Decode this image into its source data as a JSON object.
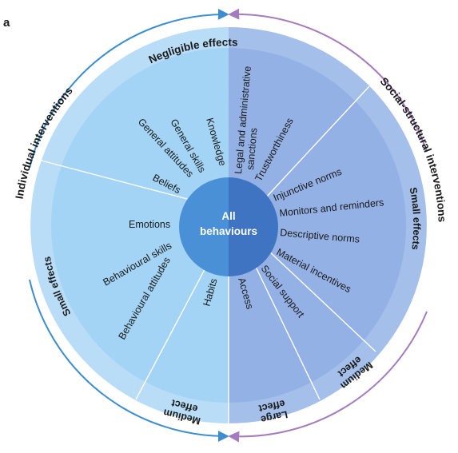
{
  "panel_label": "a",
  "center": {
    "line1": "All",
    "line2": "behaviours"
  },
  "arcs": {
    "left": "Individual interventions",
    "right": "Social-structural interventions"
  },
  "effects": {
    "negligible": "Negligible effects",
    "small_left": "Small effects",
    "small_right": "Small effects",
    "medium_left": [
      "Medium",
      "effect"
    ],
    "large": [
      "Large",
      "effect"
    ],
    "medium_right": [
      "Medium",
      "effect"
    ]
  },
  "factors": {
    "knowledge": "Knowledge",
    "general_skills": "General skills",
    "general_attitudes": "General attitudes",
    "beliefs": "Beliefs",
    "emotions": "Emotions",
    "behavioural_skills": "Behavioural skills",
    "behavioural_attitudes": "Behavioural attitudes",
    "habits": "Habits",
    "legal_line1": "Legal and administrative",
    "legal_line2": "sanctions",
    "trustworthiness": "Trustworthiness",
    "injunctive_norms": "Injunctive norms",
    "monitors_reminders": "Monitors and reminders",
    "descriptive_norms": "Descriptive norms",
    "material_incentives": "Material incentives",
    "social_support": "Social support",
    "access": "Access"
  },
  "colors": {
    "individual_outer": "#b9ddf7",
    "individual_inner": "#a3d4f5",
    "social_outer": "#a4bfea",
    "social_inner": "#94b1e5",
    "center_left": "#4a90d6",
    "center_right": "#3f74c2",
    "arc_left": "#3c8ed0",
    "arc_right": "#a57bc0"
  }
}
